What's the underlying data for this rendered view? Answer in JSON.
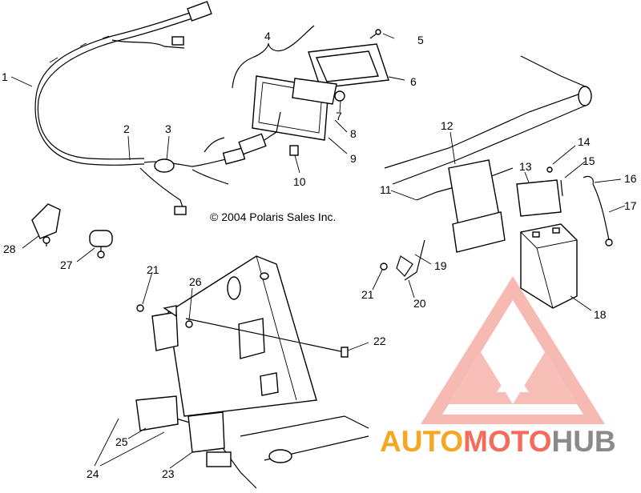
{
  "copyright": "© 2004 Polaris Sales Inc.",
  "watermark": {
    "part1": "AUTO",
    "part2": "MOTO",
    "part3": "HUB",
    "color_primary": "#f26b5b",
    "color_accent": "#f5a623",
    "color_gray": "#8a8a8a"
  },
  "callouts": {
    "c1": "1",
    "c2": "2",
    "c3": "3",
    "c4": "4",
    "c5": "5",
    "c6": "6",
    "c7": "7",
    "c8": "8",
    "c9": "9",
    "c10": "10",
    "c11": "11",
    "c12": "12",
    "c13": "13",
    "c14": "14",
    "c15": "15",
    "c16": "16",
    "c17": "17",
    "c18": "18",
    "c19": "19",
    "c20": "20",
    "c21a": "21",
    "c21b": "21",
    "c22": "22",
    "c23": "23",
    "c24": "24",
    "c25": "25",
    "c26": "26",
    "c27": "27",
    "c28": "28"
  }
}
